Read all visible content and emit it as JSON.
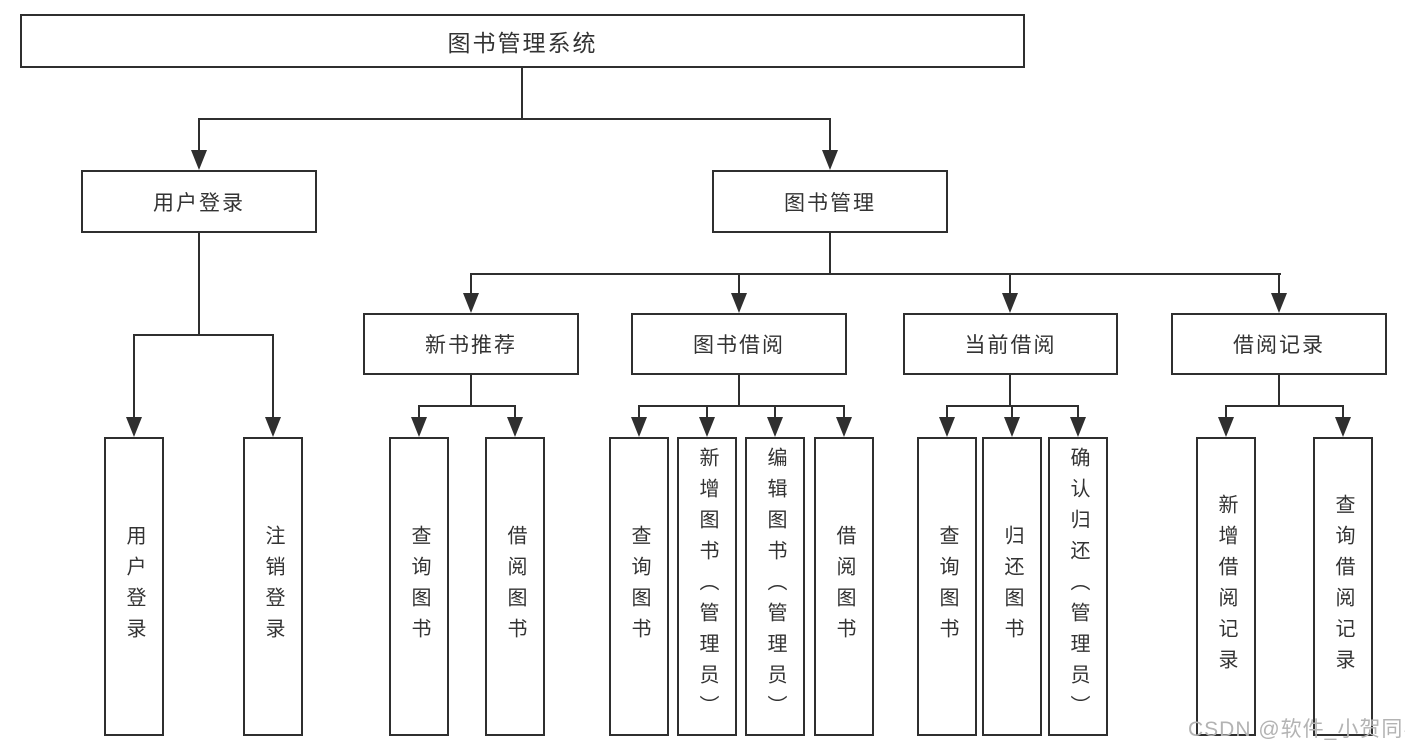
{
  "tree": {
    "root": {
      "label": "图书管理系统"
    },
    "branches": [
      {
        "label": "用户登录",
        "children": [
          {
            "label": "用户登录"
          },
          {
            "label": "注销登录"
          }
        ]
      },
      {
        "label": "图书管理",
        "children": [
          {
            "label": "新书推荐",
            "children": [
              {
                "label": "查询图书"
              },
              {
                "label": "借阅图书"
              }
            ]
          },
          {
            "label": "图书借阅",
            "children": [
              {
                "label": "查询图书"
              },
              {
                "label": "新增图书（管理员）"
              },
              {
                "label": "编辑图书（管理员）"
              },
              {
                "label": "借阅图书"
              }
            ]
          },
          {
            "label": "当前借阅",
            "children": [
              {
                "label": "查询图书"
              },
              {
                "label": "归还图书"
              },
              {
                "label": "确认归还（管理员）"
              }
            ]
          },
          {
            "label": "借阅记录",
            "children": [
              {
                "label": "新增借阅记录"
              },
              {
                "label": "查询借阅记录"
              }
            ]
          }
        ]
      }
    ]
  },
  "watermark": "CSDN @软件_小贺同学",
  "colors": {
    "line": "#2f2f2f",
    "text": "#333333",
    "watermark": "#b3b3b3",
    "background": "#ffffff"
  }
}
